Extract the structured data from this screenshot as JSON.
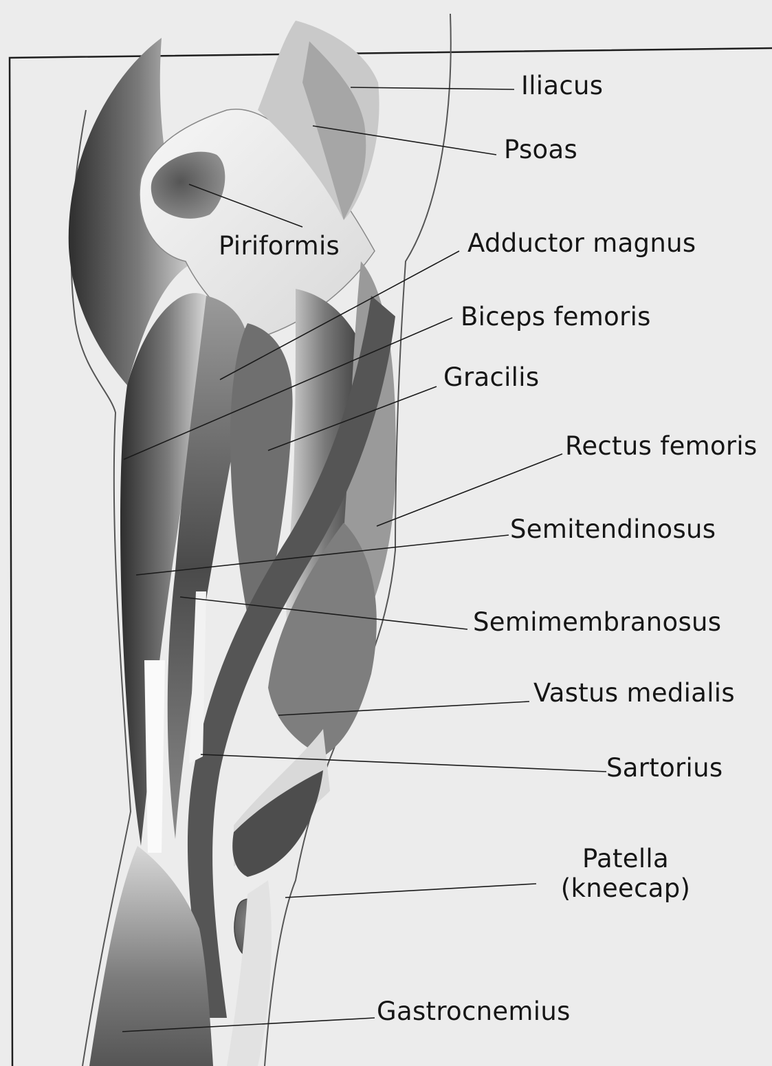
{
  "figure": {
    "labels": {
      "iliacus": "Iliacus",
      "psoas": "Psoas",
      "piriformis": "Piriformis",
      "adductor_magnus": "Adductor magnus",
      "biceps_femoris": "Biceps femoris",
      "gracilis": "Gracilis",
      "rectus_femoris": "Rectus femoris",
      "semitendinosus": "Semitendinosus",
      "semimembranosus": "Semimembranosus",
      "vastus_medialis": "Vastus medialis",
      "sartorius": "Sartorius",
      "patella_line1": "Patella",
      "patella_line2": "(kneecap)",
      "gastrocnemius": "Gastrocnemius"
    },
    "colors": {
      "paper": "#ececec",
      "muscle_dark": "#3a3a3a",
      "muscle_mid": "#8a8a8a",
      "bone": "#f4f4f4",
      "line": "#1a1a1a"
    }
  }
}
